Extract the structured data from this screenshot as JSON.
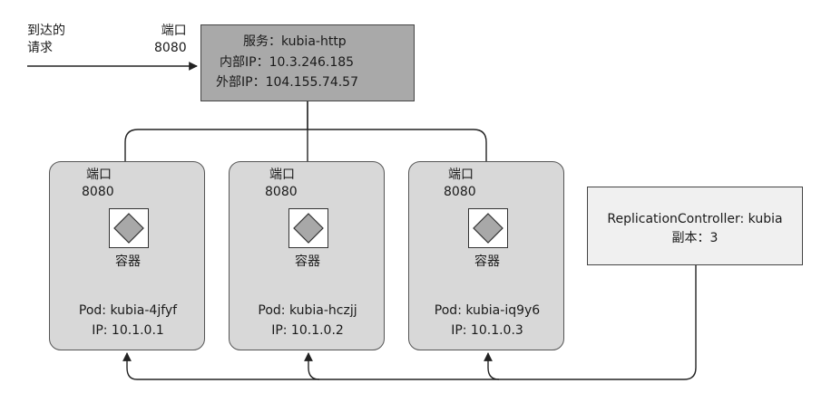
{
  "incoming": {
    "line1": "到达的",
    "line2": "请求"
  },
  "service_port": {
    "label": "端口",
    "value": "8080"
  },
  "service": {
    "name_label": "服务：kubia-http",
    "internal_ip": "内部IP：10.3.246.185",
    "external_ip": "外部IP：104.155.74.57"
  },
  "pods": [
    {
      "port_label": "端口",
      "port_value": "8080",
      "container_label": "容器",
      "name": "Pod: kubia-4jfyf",
      "ip": "IP: 10.1.0.1"
    },
    {
      "port_label": "端口",
      "port_value": "8080",
      "container_label": "容器",
      "name": "Pod: kubia-hczjj",
      "ip": "IP: 10.1.0.2"
    },
    {
      "port_label": "端口",
      "port_value": "8080",
      "container_label": "容器",
      "name": "Pod: kubia-iq9y6",
      "ip": "IP: 10.1.0.3"
    }
  ],
  "replication_controller": {
    "title": "ReplicationController: kubia",
    "replicas": "副本：3"
  },
  "colors": {
    "service_fill": "#a9a9a9",
    "pod_fill": "#d8d8d8",
    "rc_fill": "#f0f0f0",
    "diamond_fill": "#a8a8a8"
  }
}
